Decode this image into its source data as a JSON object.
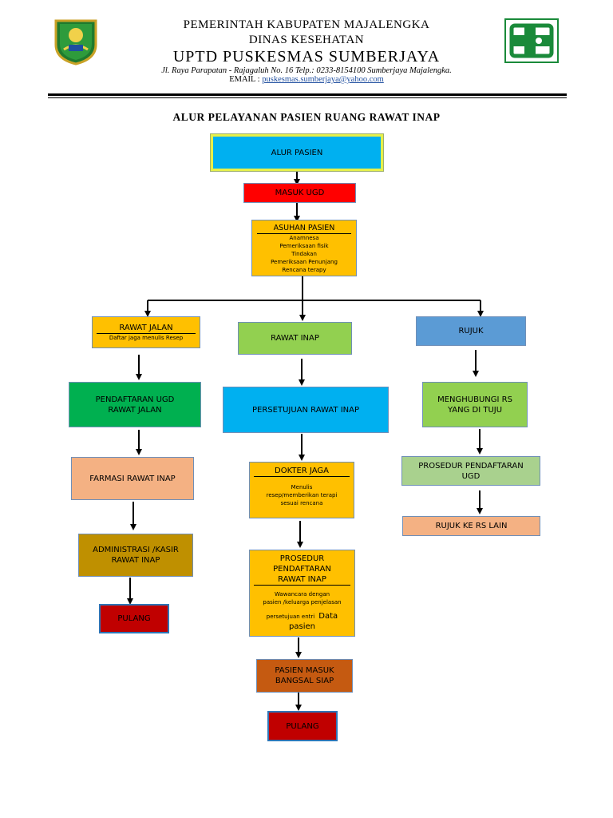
{
  "header": {
    "line1": "PEMERINTAH KABUPATEN MAJALENGKA",
    "line2": "DINAS KESEHATAN",
    "line3": "UPTD PUSKESMAS SUMBERJAYA",
    "address": "Jl. Raya Parapatan - Rajagaluh No. 16 Telp.: 0233-8154100 Sumberjaya Majalengka.",
    "email_label": "EMAIL : ",
    "email": "puskesmas.sumberjaya@yahoo.com"
  },
  "title": "ALUR PELAYANAN PASIEN RUANG RAWAT INAP",
  "nodes": {
    "alur_pasien": "ALUR PASIEN",
    "masuk_ugd": "MASUK UGD",
    "asuhan": {
      "title": "ASUHAN PASIEN",
      "items": [
        "Anamnesa",
        "Pemeriksaan fisik",
        "Tindakan",
        "Pemeriksaan Penunjang",
        "Rencana terapy"
      ]
    },
    "rawat_jalan": {
      "title": "RAWAT JALAN",
      "sub": "Daftar jaga menulis Resep"
    },
    "rawat_inap": "RAWAT INAP",
    "rujuk": "RUJUK",
    "pendaftaran_ugd": [
      "PENDAFTARAN UGD",
      "RAWAT JALAN"
    ],
    "persetujuan": "PERSETUJUAN RAWAT INAP",
    "menghubungi": [
      "MENGHUBUNGI RS",
      "YANG DI TUJU"
    ],
    "farmasi": "FARMASI RAWAT INAP",
    "dokter_jaga": {
      "title": "DOKTER JAGA",
      "sub": [
        "Menulis",
        "resep/memberikan terapi",
        "sesuai rencana"
      ]
    },
    "prosedur_ugd": [
      "PROSEDUR PENDAFTARAN",
      "UGD"
    ],
    "rujuk_rs": "RUJUK KE RS LAIN",
    "administrasi": [
      "ADMINISTRASI /KASIR",
      "RAWAT INAP"
    ],
    "prosedur_ri": {
      "title": [
        "PROSEDUR",
        "PENDAFTARAN",
        "RAWAT INAP"
      ],
      "sub": [
        "Wawancara dengan",
        "pasien /keluarga penjelasan",
        "persetujuan entri"
      ],
      "tail1": "Data",
      "tail2": "pasien"
    },
    "pulang_left": "PULANG",
    "bangsal": [
      "PASIEN MASUK",
      "BANGSAL SIAP"
    ],
    "pulang_center": "PULANG"
  },
  "colors": {
    "cyan": "#00b0f0",
    "red": "#ff0000",
    "orange": "#ffc000",
    "green_light": "#92d050",
    "blue": "#5b9bd5",
    "green": "#00b050",
    "salmon": "#f4b183",
    "olive": "#bf9000",
    "dark_red": "#c00000",
    "brown": "#c55a11",
    "pale_green": "#a9d18e"
  }
}
